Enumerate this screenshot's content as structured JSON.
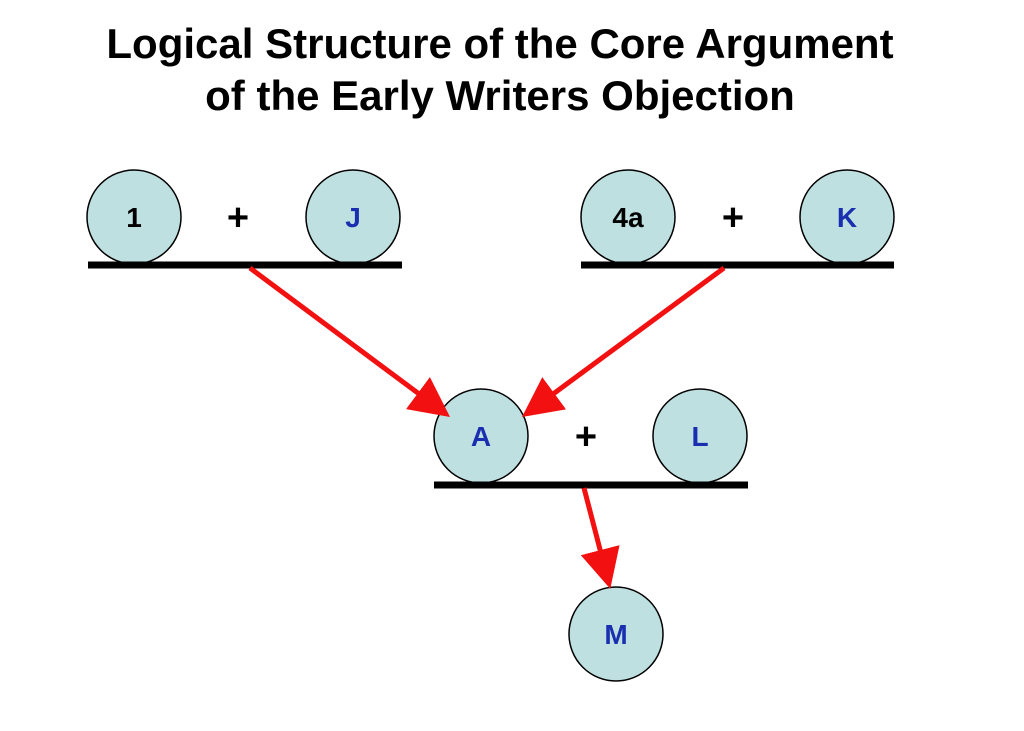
{
  "title": {
    "line1": "Logical Structure of the Core Argument",
    "line2": "of the Early Writers Objection"
  },
  "colors": {
    "node_fill": "#bfe0e0",
    "node_stroke": "#000000",
    "premise_text": "#000000",
    "derived_text": "#1a2fb0",
    "bar": "#000000",
    "arrow": "#f21010"
  },
  "nodes": {
    "n1": "1",
    "J": "J",
    "n4a": "4a",
    "K": "K",
    "A": "A",
    "L": "L",
    "M": "M"
  },
  "plus": "+"
}
